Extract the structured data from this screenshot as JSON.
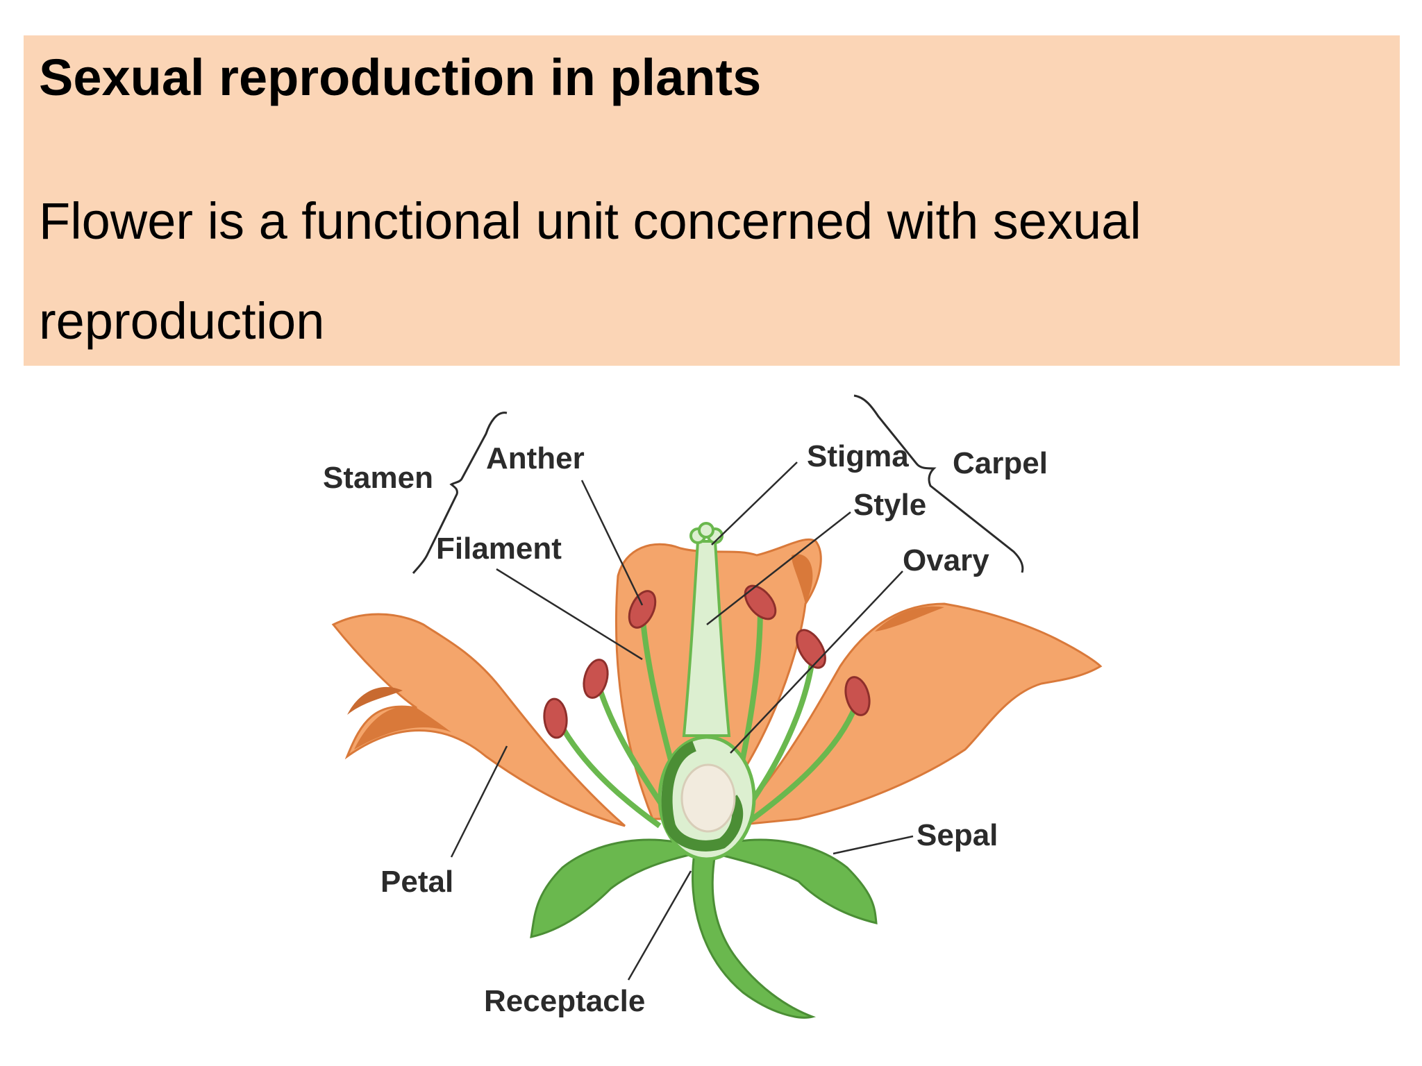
{
  "slide": {
    "title": "Sexual reproduction in plants",
    "body": "Flower is a functional unit concerned with sexual reproduction"
  },
  "diagram": {
    "labels": {
      "stamen": "Stamen",
      "anther": "Anther",
      "filament": "Filament",
      "stigma": "Stigma",
      "carpel": "Carpel",
      "style": "Style",
      "ovary": "Ovary",
      "petal": "Petal",
      "sepal": "Sepal",
      "receptacle": "Receptacle"
    }
  },
  "colors": {
    "header_bg": "#fbd5b6",
    "petal": "#f4a56b",
    "petal_dark": "#d9793a",
    "sepal": "#6ab84e",
    "anther": "#c9524e",
    "pistil": "#dcefd0"
  }
}
